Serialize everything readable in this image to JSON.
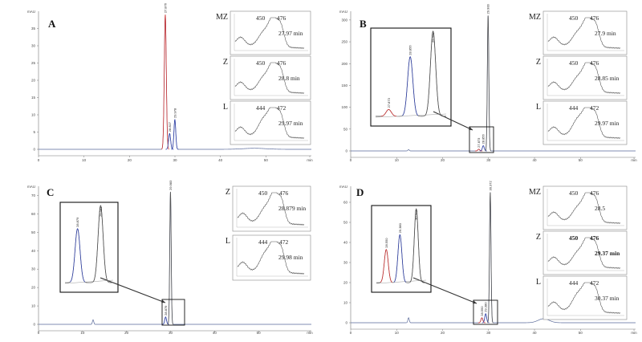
{
  "chart_data": [
    {
      "type": "line",
      "panel_label": "A",
      "ylabel": "mAU",
      "xlabel": "min",
      "xlim": [
        0,
        60
      ],
      "ylim": [
        0,
        40
      ],
      "yticks": [
        "0",
        "5",
        "10",
        "15",
        "20",
        "25",
        "30",
        "35"
      ],
      "xticks": [
        "0",
        "10",
        "20",
        "30",
        "40",
        "50",
        "min"
      ],
      "peaks": [
        {
          "rt": 27.876,
          "label": "27.876",
          "height": 39.0,
          "width": 0.22,
          "color": "#cc3333"
        },
        {
          "rt": 28.827,
          "label": "28.827",
          "height": 4.6,
          "width": 0.22,
          "color": "#3344aa"
        },
        {
          "rt": 29.978,
          "label": "29.978",
          "height": 8.6,
          "width": 0.2,
          "color": "#3344aa"
        }
      ],
      "baseline_features": [
        {
          "rt": 47.5,
          "height": 0.3,
          "width": 2.5
        }
      ],
      "zoom": null,
      "spectra": [
        {
          "tag": "MZ",
          "w1": "450",
          "w2": "476",
          "rt": "27.97 min",
          "bold": false
        },
        {
          "tag": "Z",
          "w1": "450",
          "w2": "476",
          "rt": "28.8 min",
          "bold": false
        },
        {
          "tag": "L",
          "w1": "444",
          "w2": "472",
          "rt": "29.97 min",
          "bold": false
        }
      ]
    },
    {
      "type": "line",
      "panel_label": "B",
      "ylabel": "mAU",
      "xlabel": "min",
      "xlim": [
        0,
        62
      ],
      "ylim": [
        0,
        320
      ],
      "yticks": [
        "0",
        "50",
        "100",
        "150",
        "200",
        "250",
        "300"
      ],
      "xticks": [
        "0",
        "10",
        "20",
        "30",
        "40",
        "50",
        "min"
      ],
      "peaks": [
        {
          "rt": 27.873,
          "label": "27.873",
          "height": 4,
          "width": 0.2,
          "color": "#cc3333"
        },
        {
          "rt": 28.856,
          "label": "28.856",
          "height": 12,
          "width": 0.2,
          "color": "#3344aa"
        },
        {
          "rt": 29.9,
          "label": "29.900",
          "height": 310,
          "width": 0.16,
          "color": "#555555"
        }
      ],
      "baseline_features": [
        {
          "rt": 12.6,
          "height": 3,
          "width": 0.15
        }
      ],
      "zoom": {
        "labels": [
          "27.873",
          "28.856",
          "29.900"
        ],
        "peaks": [
          {
            "rt": 27.873,
            "height": 0.08,
            "color": "#cc3333"
          },
          {
            "rt": 28.856,
            "height": 0.7,
            "color": "#3344aa"
          },
          {
            "rt": 29.9,
            "height": 1.0,
            "color": "#555555"
          }
        ]
      },
      "spectra": [
        {
          "tag": "MZ",
          "w1": "450",
          "w2": "476",
          "rt": "27.9 min",
          "bold": false
        },
        {
          "tag": "Z",
          "w1": "450",
          "w2": "476",
          "rt": "28.85 min",
          "bold": false
        },
        {
          "tag": "L",
          "w1": "444",
          "w2": "472",
          "rt": "29.97 min",
          "bold": false
        }
      ]
    },
    {
      "type": "line",
      "panel_label": "C",
      "ylabel": "mAU",
      "xlabel": "min",
      "xlim": [
        0,
        62
      ],
      "ylim": [
        0,
        75
      ],
      "yticks": [
        "0",
        "10",
        "20",
        "30",
        "40",
        "50",
        "60",
        "70"
      ],
      "xticks": [
        "0",
        "10",
        "20",
        "30",
        "40",
        "50",
        "min"
      ],
      "peaks": [
        {
          "rt": 28.879,
          "label": "28.879",
          "height": 4,
          "width": 0.2,
          "color": "#3344aa"
        },
        {
          "rt": 29.983,
          "label": "29.983",
          "height": 72,
          "width": 0.16,
          "color": "#555555"
        }
      ],
      "baseline_features": [
        {
          "rt": 12.4,
          "height": 2.5,
          "width": 0.15
        }
      ],
      "zoom": {
        "labels": [
          "28.879",
          "29.983"
        ],
        "peaks": [
          {
            "rt": 28.879,
            "height": 0.7,
            "color": "#3344aa"
          },
          {
            "rt": 29.983,
            "height": 1.0,
            "color": "#555555"
          }
        ]
      },
      "spectra": [
        {
          "tag": "Z",
          "w1": "450",
          "w2": "476",
          "rt": "28.879 min",
          "bold": false
        },
        {
          "tag": "L",
          "w1": "444",
          "w2": "472",
          "rt": "29.98 min",
          "bold": false
        }
      ]
    },
    {
      "type": "line",
      "panel_label": "D",
      "ylabel": "mAU",
      "xlabel": "min",
      "xlim": [
        0,
        62
      ],
      "ylim": [
        0,
        68
      ],
      "yticks": [
        "0",
        "10",
        "20",
        "30",
        "40",
        "50",
        "60"
      ],
      "xticks": [
        "0",
        "10",
        "20",
        "30",
        "40",
        "50",
        "min"
      ],
      "peaks": [
        {
          "rt": 28.55,
          "label": "28.550",
          "height": 2.5,
          "width": 0.2,
          "color": "#cc3333"
        },
        {
          "rt": 29.38,
          "label": "29.380",
          "height": 4.5,
          "width": 0.2,
          "color": "#3344aa"
        },
        {
          "rt": 30.372,
          "label": "30.372",
          "height": 65,
          "width": 0.16,
          "color": "#555555"
        }
      ],
      "baseline_features": [
        {
          "rt": 12.6,
          "height": 2.5,
          "width": 0.15
        },
        {
          "rt": 42.0,
          "height": 2.0,
          "width": 1.2
        }
      ],
      "zoom": {
        "labels": [
          "28.550",
          "29.380",
          "30.372"
        ],
        "peaks": [
          {
            "rt": 28.55,
            "height": 0.45,
            "color": "#cc3333"
          },
          {
            "rt": 29.38,
            "height": 0.65,
            "color": "#3344aa"
          },
          {
            "rt": 30.372,
            "height": 1.0,
            "color": "#555555"
          }
        ]
      },
      "spectra": [
        {
          "tag": "MZ",
          "w1": "450",
          "w2": "476",
          "rt": "28.5",
          "bold": false
        },
        {
          "tag": "Z",
          "w1": "450",
          "w2": "476",
          "rt": "29.37 min",
          "bold": true
        },
        {
          "tag": "L",
          "w1": "444",
          "w2": "472",
          "rt": "30.37 min",
          "bold": false
        }
      ]
    }
  ]
}
